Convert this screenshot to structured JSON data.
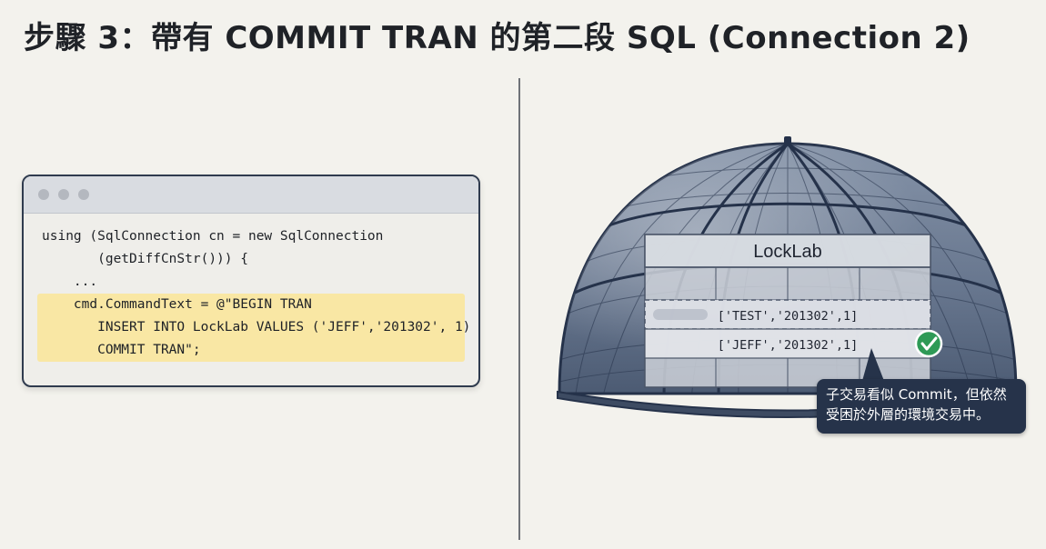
{
  "header": {
    "title": "步驟 3：帶有 COMMIT TRAN 的第二段 SQL (Connection 2)"
  },
  "code_window": {
    "lines": [
      "using (SqlConnection cn = new SqlConnection",
      "       (getDiffCnStr())) {",
      "    ...",
      "    cmd.CommandText = @\"BEGIN TRAN",
      "       INSERT INTO LockLab VALUES ('JEFF','201302', 1)",
      "       COMMIT TRAN\";"
    ],
    "highlight_color": "#f9e7a4"
  },
  "diagram": {
    "table_name": "LockLab",
    "rows": [
      "['TEST','201302',1]",
      "['JEFF','201302',1]"
    ],
    "check_icon": "check-circle-icon",
    "callout_lines": [
      "子交易看似 Commit，但依然",
      "受困於外層的環境交易中。"
    ],
    "colors": {
      "dome": "#5f6f88",
      "dome_lines": "#25324a",
      "check": "#2e9a56",
      "callout_bg": "#26334a"
    }
  }
}
